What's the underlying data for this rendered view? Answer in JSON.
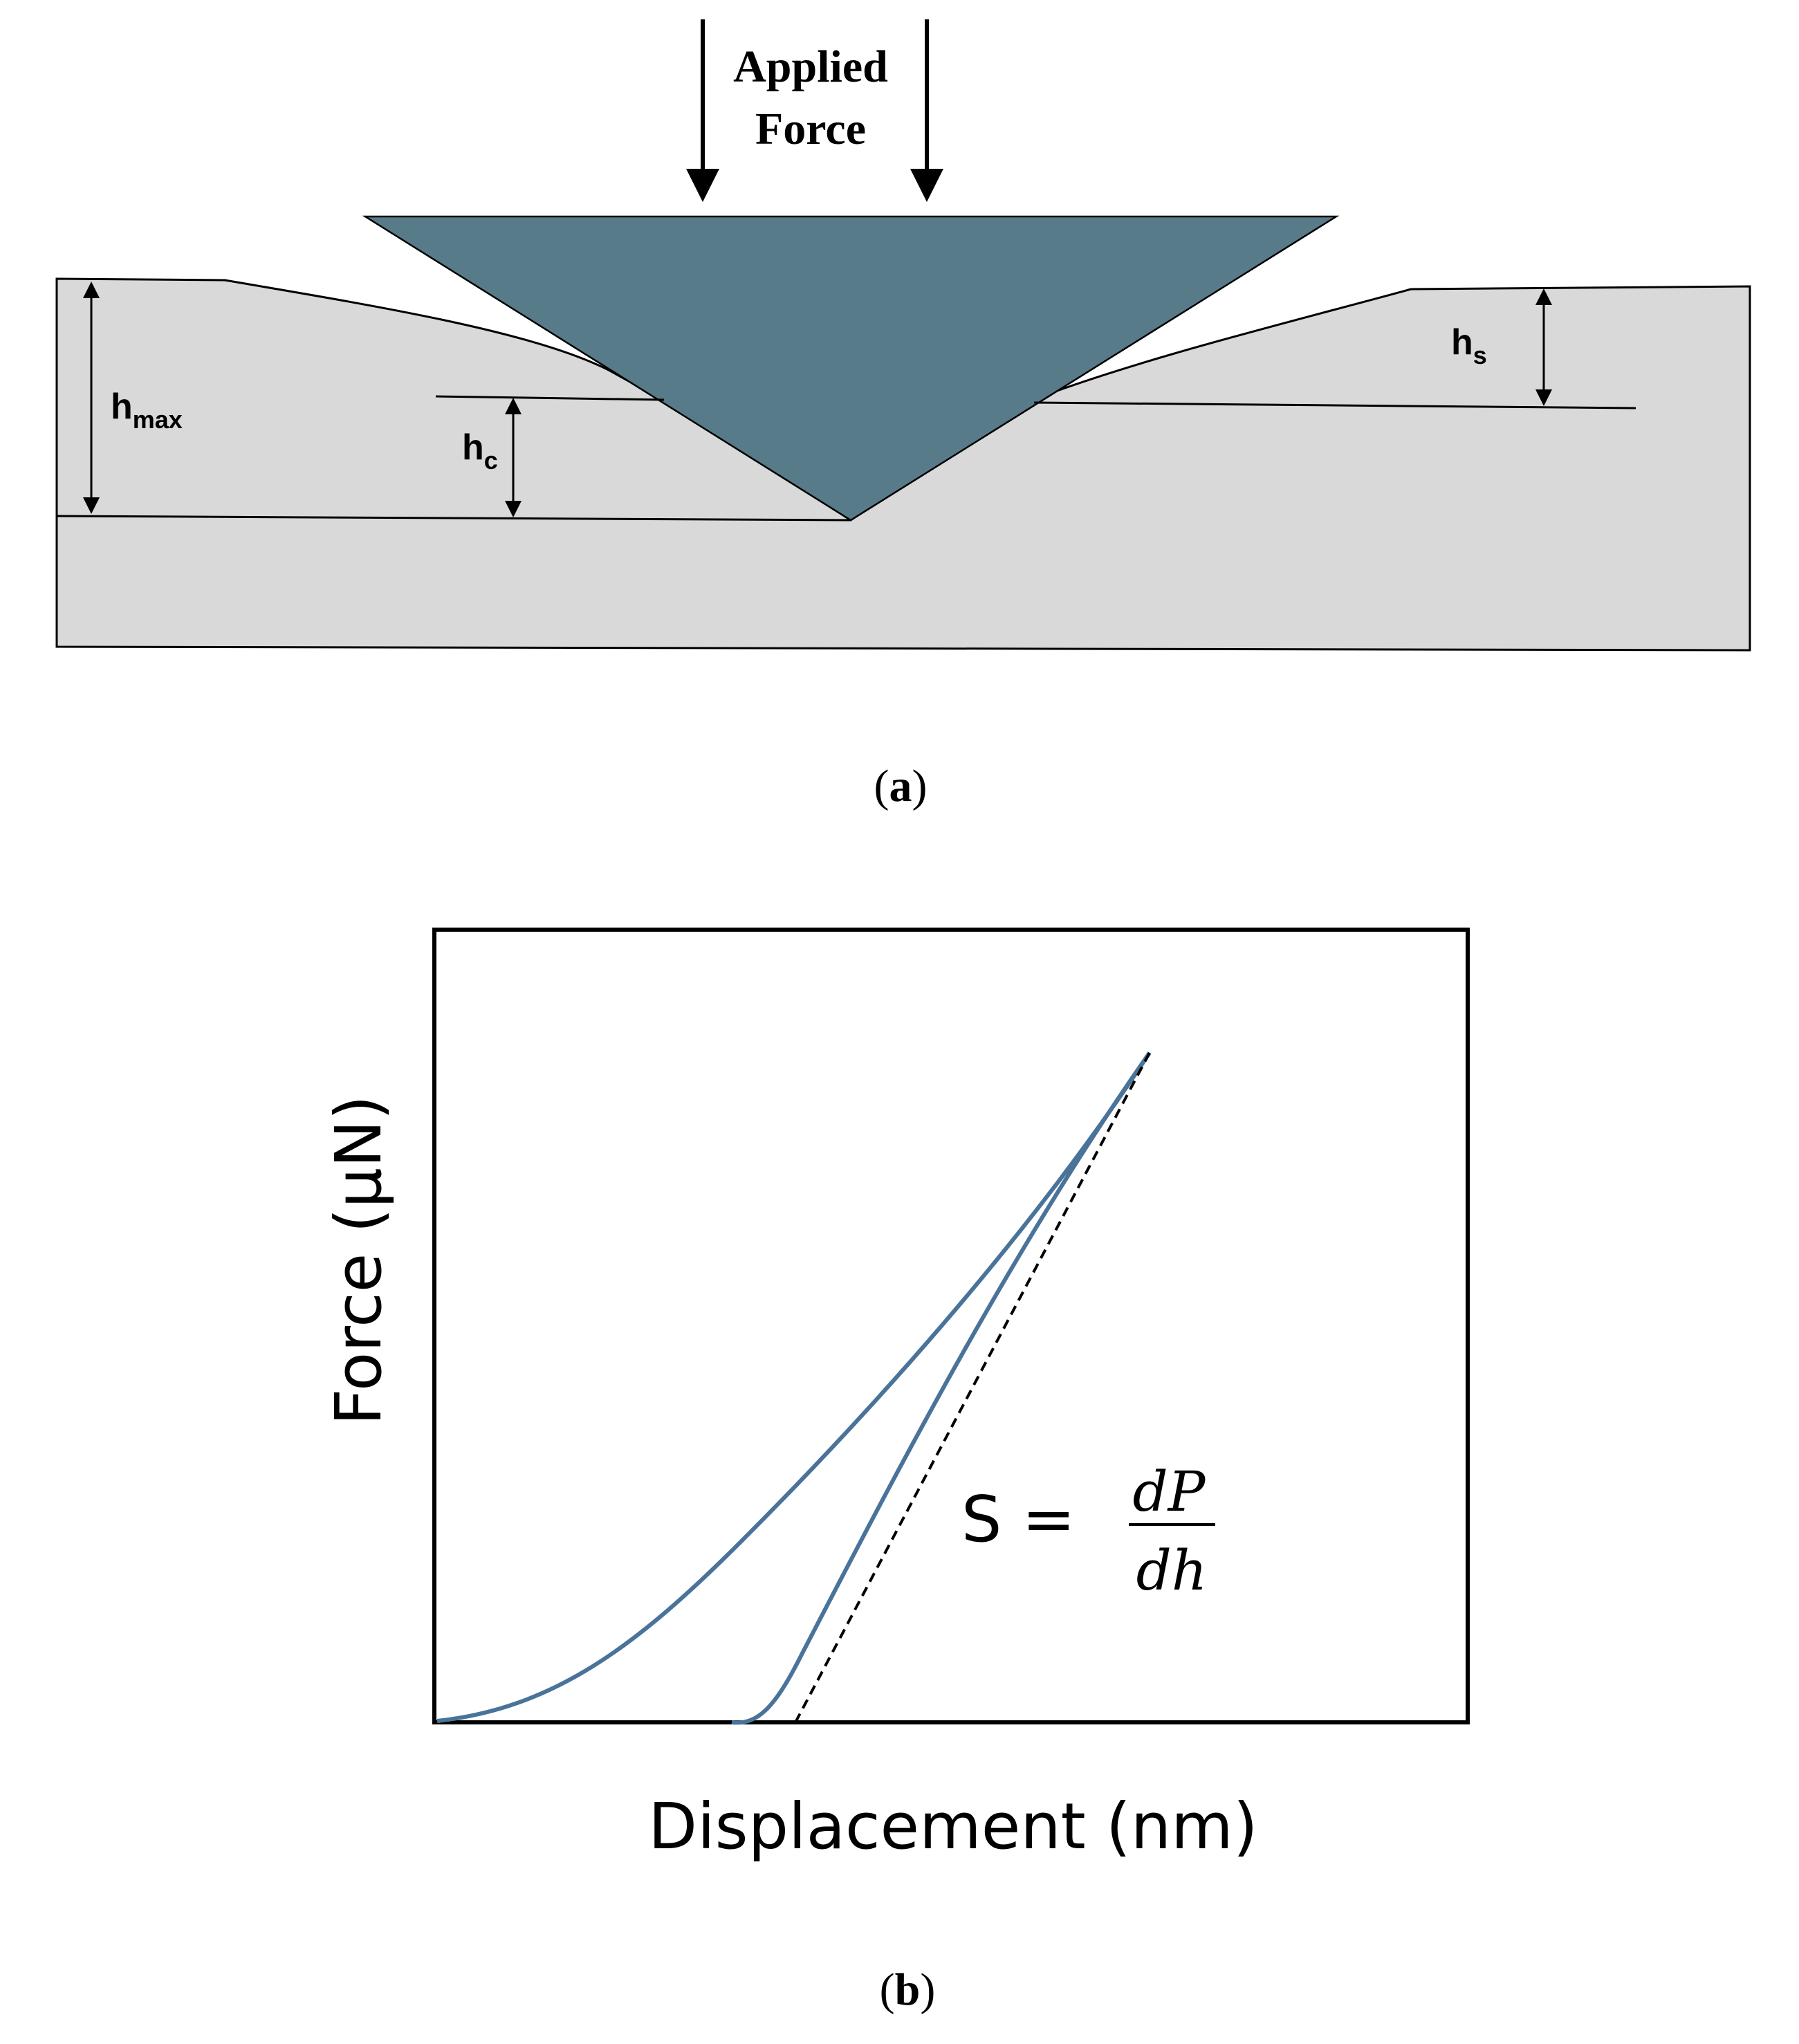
{
  "panel_a": {
    "applied_force_line1": "Applied",
    "applied_force_line2": "Force",
    "label_hmax_base": "h",
    "label_hmax_sub": "max",
    "label_hc_base": "h",
    "label_hc_sub": "c",
    "label_hs_base": "h",
    "label_hs_sub": "s",
    "caption_letter": "a",
    "caption_open": "(",
    "caption_close": ")",
    "colors": {
      "indenter": "#587b8a",
      "sample": "#d9d9d9",
      "outline": "#000000"
    }
  },
  "panel_b": {
    "ylabel": "Force (μN)",
    "xlabel": "Displacement (nm)",
    "formula_lhs": "S =",
    "formula_num": "dP",
    "formula_den": "dh",
    "caption_letter": "b",
    "caption_open": "(",
    "caption_close": ")",
    "colors": {
      "curve": "#4a739a",
      "tangent": "#000000"
    }
  }
}
